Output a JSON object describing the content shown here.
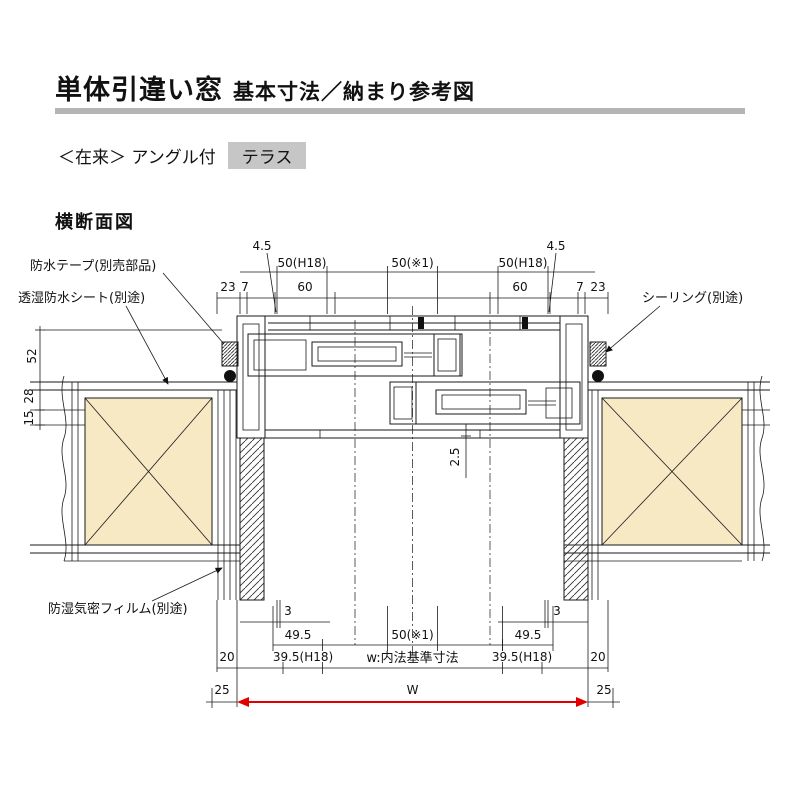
{
  "header": {
    "title_main": "単体引違い窓",
    "title_sub": "基本寸法／納まり参考図",
    "variant_prefix": "＜在来＞ アングル付",
    "variant_tag": "テラス",
    "section_title": "横断面図"
  },
  "labels": {
    "waterproof_tape": "防水テープ(別売部品)",
    "breathable_sheet": "透湿防水シート(別途)",
    "sealing": "シーリング(別途)",
    "vapor_film": "防湿気密フィルム(別途)"
  },
  "dims": {
    "d45": "4.5",
    "d50h18": "50(H18)",
    "d50s1": "50(※1)",
    "d60": "60",
    "d23": "23",
    "d7": "7",
    "d52": "52",
    "d28": "28",
    "d15": "15",
    "d25c": "2.5",
    "d3": "3",
    "d495": "49.5",
    "d395h18": "39.5(H18)",
    "d20": "20",
    "d25": "25",
    "w": "W",
    "w_note": "w:内法基準寸法"
  },
  "colors": {
    "insulation": "#f7e9c4",
    "tag_bg": "#c6c6c6",
    "title_bar": "#b4b4b4",
    "dim_red": "#e00000"
  }
}
